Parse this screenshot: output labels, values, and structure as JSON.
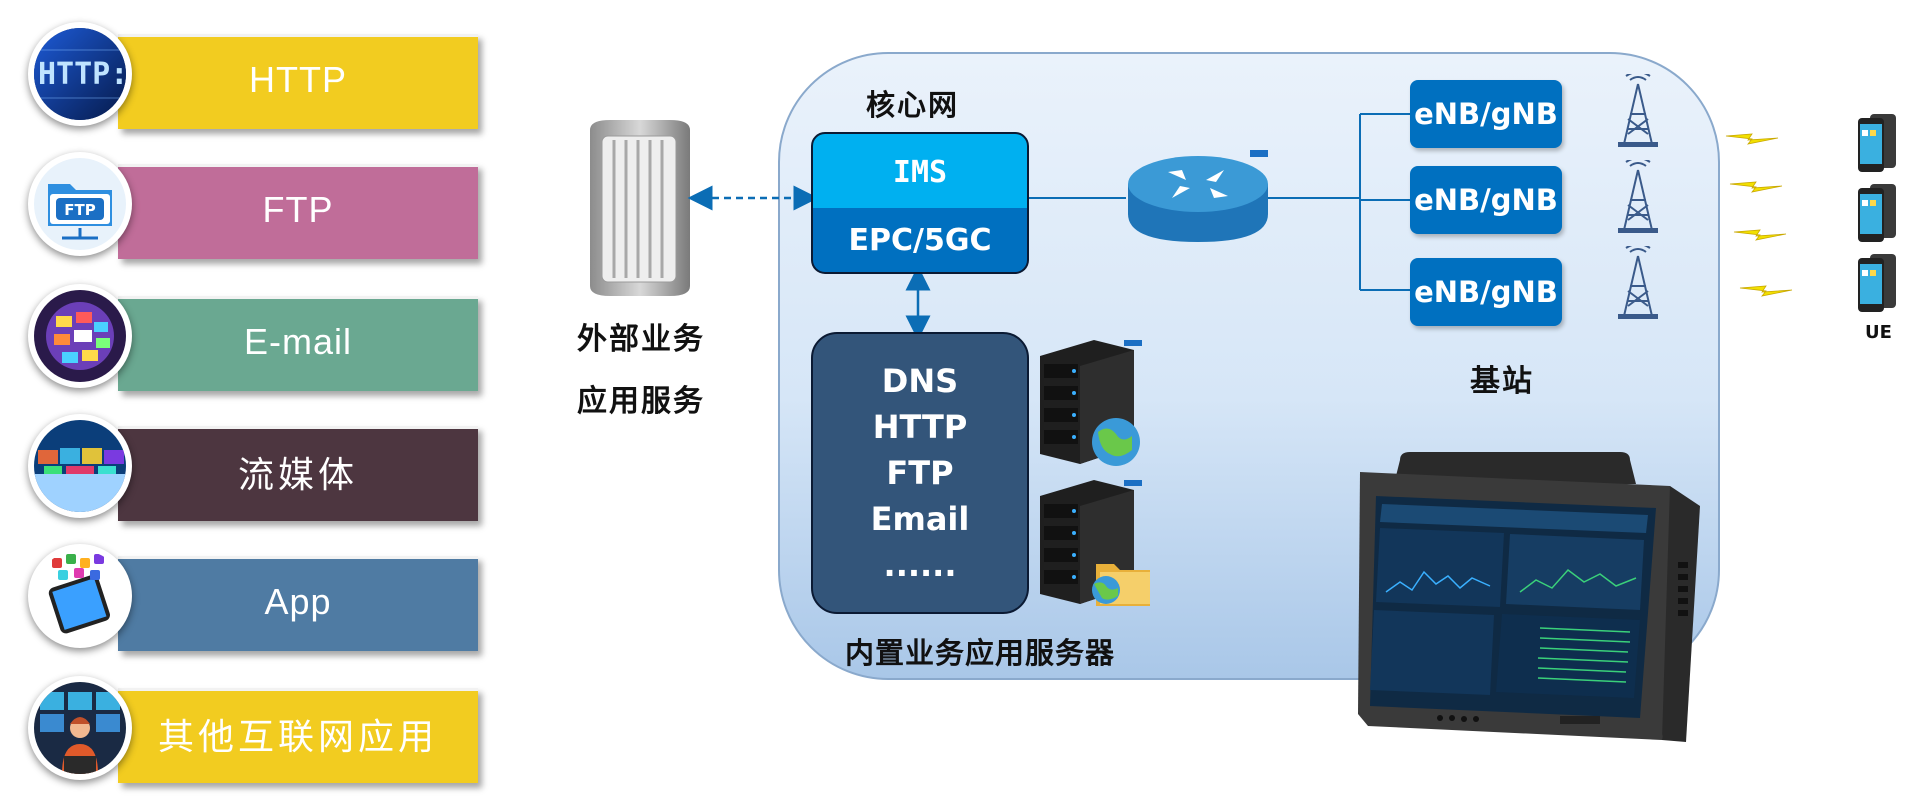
{
  "services": [
    {
      "label": "HTTP",
      "color": "#f2cc20",
      "icon": "http-icon"
    },
    {
      "label": "FTP",
      "color": "#c06d99",
      "icon": "ftp-icon"
    },
    {
      "label": "E-mail",
      "color": "#6aa891",
      "icon": "email-globe-icon"
    },
    {
      "label": "流媒体",
      "color": "#4d3640",
      "icon": "streaming-media-icon"
    },
    {
      "label": "App",
      "color": "#4f7ba3",
      "icon": "smartphone-apps-icon"
    },
    {
      "label": "其他互联网应用",
      "color": "#f2cc20",
      "icon": "internet-user-icon"
    }
  ],
  "external": {
    "line1": "外部业务",
    "line2": "应用服务"
  },
  "core": {
    "title": "核心网",
    "ims": "IMS",
    "epc": "EPC/5GC",
    "builtin_services": [
      "DNS",
      "HTTP",
      "FTP",
      "Email",
      "......"
    ],
    "builtin_caption": "内置业务应用服务器"
  },
  "ran": {
    "nodes": [
      "eNB/gNB",
      "eNB/gNB",
      "eNB/gNB"
    ],
    "caption": "基站"
  },
  "ue": {
    "label": "UE"
  },
  "colors": {
    "ims": "#00b0f0",
    "epc": "#0070c0",
    "enb": "#0070c0",
    "dns_box": "#33557a",
    "link": "#0b6db5"
  }
}
